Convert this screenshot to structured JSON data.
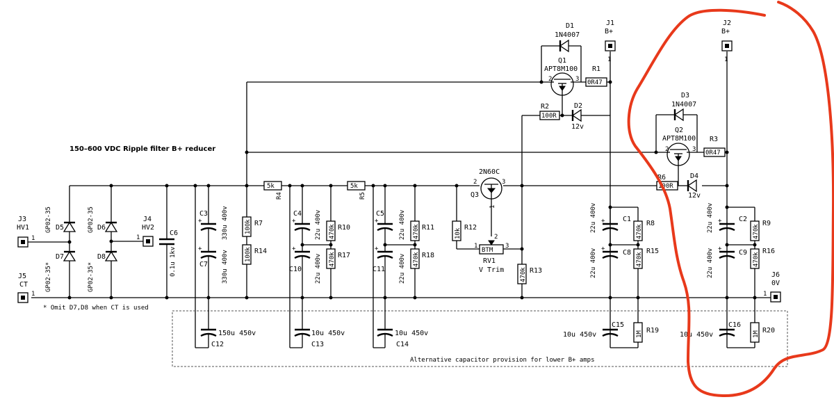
{
  "title": "150–600 VDC Ripple filter B+ reducer",
  "note": "* Omit D7,D8 when CT is used",
  "alt_box_label": "Alternative capacitor provision for lower B+ amps",
  "connectors": {
    "J3": {
      "ref": "J3",
      "label": "HV1",
      "pin": "1"
    },
    "J4": {
      "ref": "J4",
      "label": "HV2",
      "pin": "1"
    },
    "J5": {
      "ref": "J5",
      "label": "CT",
      "pin": "1"
    },
    "J1": {
      "ref": "J1",
      "label": "B+",
      "pin": "1"
    },
    "J2": {
      "ref": "J2",
      "label": "B+",
      "pin": "1"
    },
    "J6": {
      "ref": "J6",
      "label": "0V",
      "pin": "1"
    }
  },
  "diodes": {
    "D5": {
      "ref": "D5",
      "value": "GP02-35"
    },
    "D7": {
      "ref": "D7",
      "value": "GP02-35*"
    },
    "D6": {
      "ref": "D6",
      "value": "GP02-35"
    },
    "D8": {
      "ref": "D8",
      "value": "GP02-35*"
    },
    "D1": {
      "ref": "D1",
      "value": "1N4007"
    },
    "D3": {
      "ref": "D3",
      "value": "1N4007"
    },
    "D2": {
      "ref": "D2",
      "value": "12v"
    },
    "D4": {
      "ref": "D4",
      "value": "12v"
    }
  },
  "transistors": {
    "Q1": {
      "ref": "Q1",
      "value": "APT8M100"
    },
    "Q2": {
      "ref": "Q2",
      "value": "APT8M100"
    },
    "Q3": {
      "ref": "Q3",
      "value": "2N60C"
    }
  },
  "resistors": {
    "R1": {
      "ref": "R1",
      "value": "0R47"
    },
    "R3": {
      "ref": "R3",
      "value": "0R47"
    },
    "R2": {
      "ref": "R2",
      "value": "100R"
    },
    "R6": {
      "ref": "R6",
      "value": "100R"
    },
    "R4": {
      "ref": "R4",
      "value": "5k"
    },
    "R5": {
      "ref": "R5",
      "value": "5k"
    },
    "R7": {
      "ref": "R7",
      "value": "100k"
    },
    "R14": {
      "ref": "R14",
      "value": "100k"
    },
    "R10": {
      "ref": "R10",
      "value": "470k"
    },
    "R17": {
      "ref": "R17",
      "value": "470k"
    },
    "R11": {
      "ref": "R11",
      "value": "470k"
    },
    "R18": {
      "ref": "R18",
      "value": "470k"
    },
    "R12": {
      "ref": "R12",
      "value": "10k"
    },
    "R13": {
      "ref": "R13",
      "value": "470k"
    },
    "R8": {
      "ref": "R8",
      "value": "470k"
    },
    "R15": {
      "ref": "R15",
      "value": "470k"
    },
    "R9": {
      "ref": "R9",
      "value": "470k"
    },
    "R16": {
      "ref": "R16",
      "value": "470k"
    },
    "R19": {
      "ref": "R19",
      "value": "1M"
    },
    "R20": {
      "ref": "R20",
      "value": "1M"
    }
  },
  "trimmer": {
    "ref": "RV1",
    "value": "BTM",
    "desc": "V Trim",
    "pin1": "1",
    "pin2": "2",
    "pin3": "3"
  },
  "capacitors": {
    "C6": {
      "ref": "C6",
      "value": "0.1u 1kv"
    },
    "C3": {
      "ref": "C3",
      "value": "330u 400v"
    },
    "C7": {
      "ref": "C7",
      "value": "330u 400v"
    },
    "C4": {
      "ref": "C4",
      "value": "22u 400v"
    },
    "C10": {
      "ref": "C10",
      "value": "22u 400v"
    },
    "C5": {
      "ref": "C5",
      "value": "22u 400v"
    },
    "C11": {
      "ref": "C11",
      "value": "22u 400v"
    },
    "C1": {
      "ref": "C1",
      "value": "22u 400v"
    },
    "C8": {
      "ref": "C8",
      "value": "22u 400v"
    },
    "C2": {
      "ref": "C2",
      "value": "22u 400v"
    },
    "C9": {
      "ref": "C9",
      "value": "22u 400v"
    },
    "C12": {
      "ref": "C12",
      "value": "150u 450v"
    },
    "C13": {
      "ref": "C13",
      "value": "10u 450v"
    },
    "C14": {
      "ref": "C14",
      "value": "10u 450v"
    },
    "C15": {
      "ref": "C15",
      "value": "10u 450v"
    },
    "C16": {
      "ref": "C16",
      "value": "10u 450v"
    }
  },
  "pins": {
    "p1": "1",
    "p2": "2",
    "p3": "3",
    "plus": "+"
  },
  "annotation_color": "#e8391b"
}
